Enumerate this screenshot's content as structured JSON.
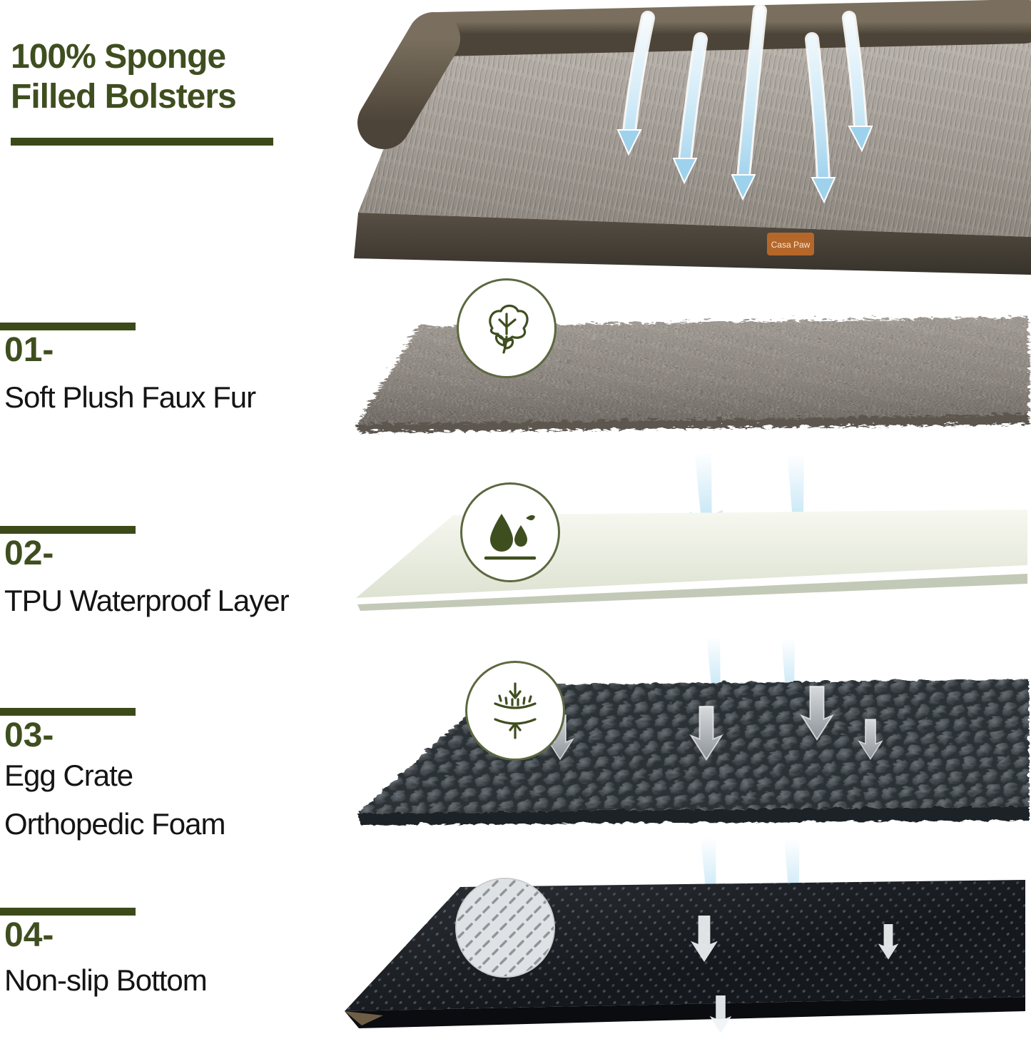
{
  "header": {
    "title_line1": "100% Sponge",
    "title_line2": "Filled Bolsters"
  },
  "brand_tag": "Casa Paw",
  "sections": [
    {
      "number": "01-",
      "title_lines": [
        "Soft Plush Faux Fur"
      ],
      "icon": "cotton-icon"
    },
    {
      "number": "02-",
      "title_lines": [
        "TPU Waterproof Layer"
      ],
      "icon": "water-drops-icon"
    },
    {
      "number": "03-",
      "title_lines": [
        "Egg Crate",
        "Orthopedic Foam"
      ],
      "icon": "foam-compression-icon"
    },
    {
      "number": "04-",
      "title_lines": [
        "Non-slip Bottom"
      ],
      "icon": "diamond-texture-icon"
    }
  ],
  "colors": {
    "accent_olive": "#3f4e1f",
    "text_dark": "#141414",
    "arrow_blue": "#9fd4ee",
    "tag_orange": "#b5672a",
    "fur_gray": "#928c85",
    "foam_charcoal": "#33373c",
    "bottom_black": "#15181d"
  }
}
